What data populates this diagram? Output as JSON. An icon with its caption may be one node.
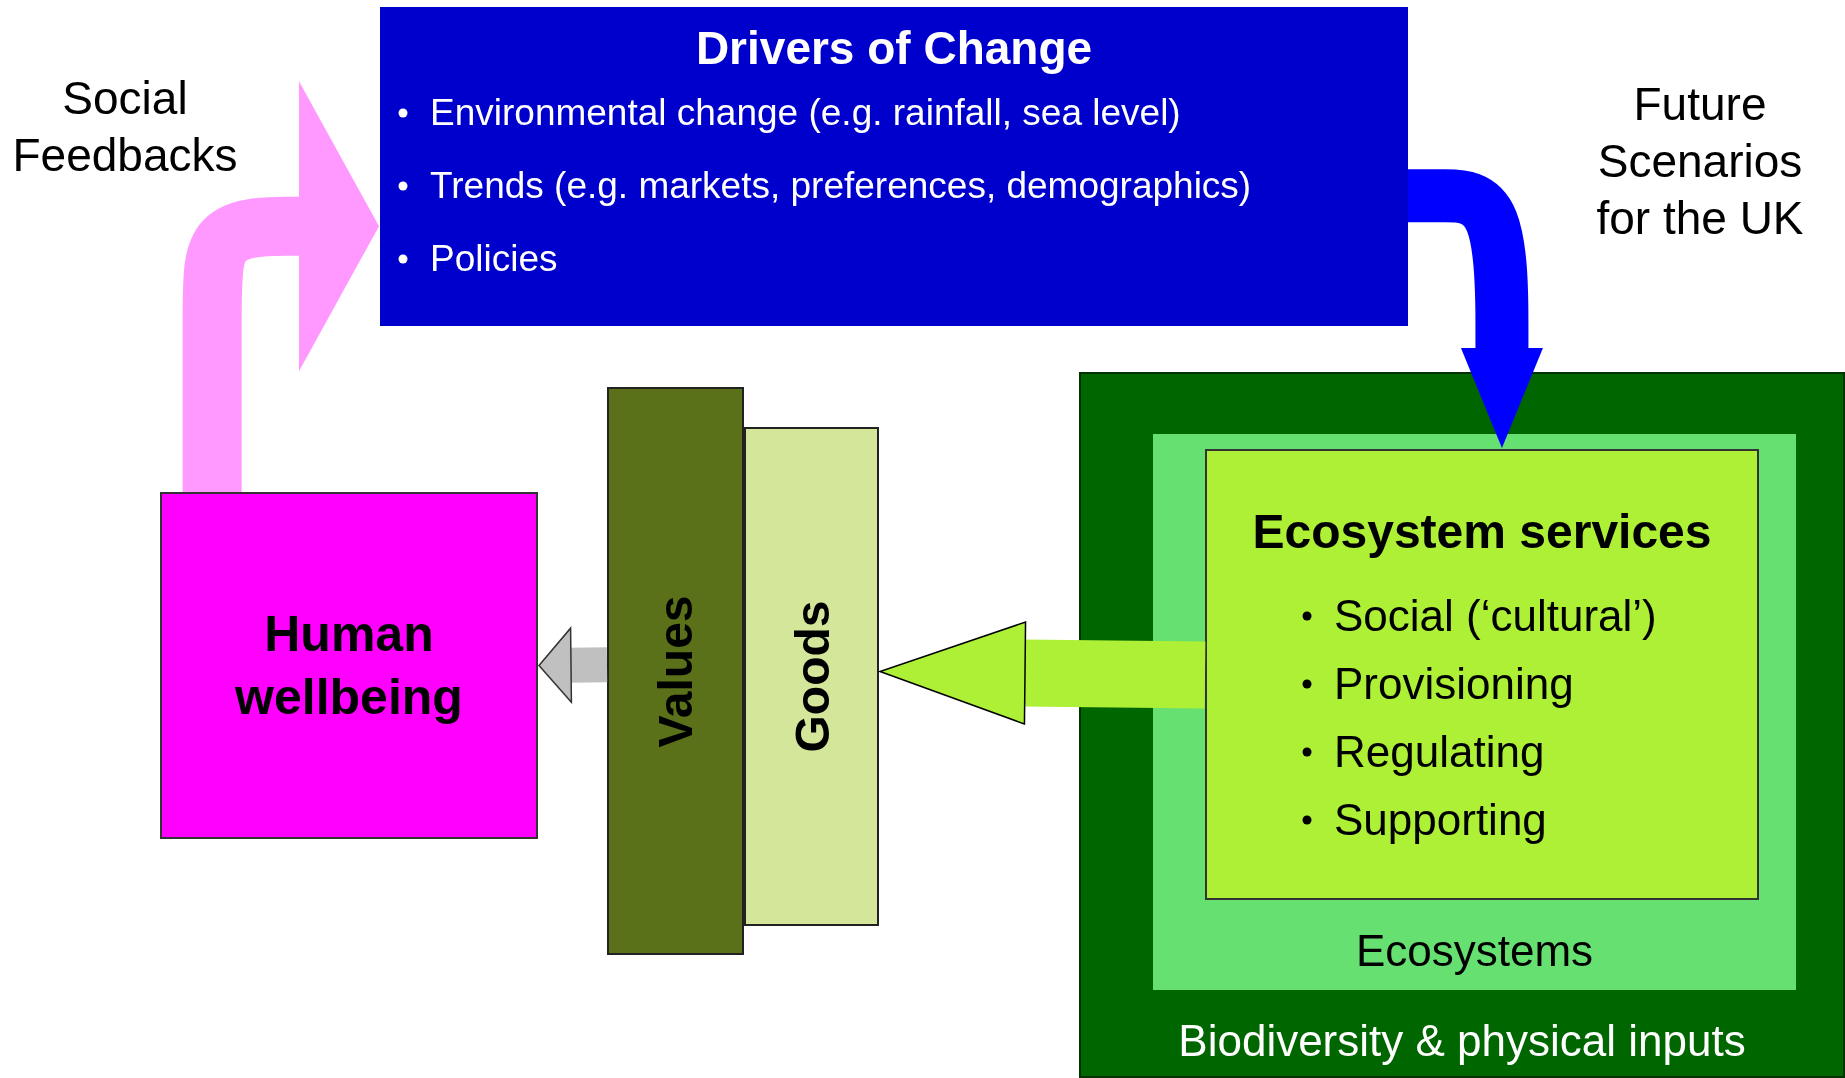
{
  "diagram": {
    "nodes": [
      {
        "text": [
          "Drivers of Change",
          "Environmental change (e.g. rainfall, sea level)",
          "Trends (e.g. markets, preferences, demographics)",
          "Policies"
        ]
      },
      {
        "text": [
          "Human wellbeing"
        ]
      },
      {
        "text": [
          "Values"
        ]
      },
      {
        "text": [
          "Goods"
        ]
      },
      {
        "text": [
          "Biodiversity & physical inputs"
        ]
      },
      {
        "text": [
          "Ecosystems"
        ],
        "in": 4
      },
      {
        "text": [
          "Ecosystem services",
          "Social (‘cultural’)",
          "Provisioning",
          "Regulating",
          "Supporting"
        ],
        "in": 5
      }
    ],
    "edges": [
      {
        "from": 1,
        "to": 0,
        "arrow": "to",
        "label": "Social Feedbacks",
        "color": "#ff99ff"
      },
      {
        "from": 0,
        "to": 6,
        "arrow": "to",
        "label": "Future Scenarios for the UK",
        "color": "#0000ff"
      },
      {
        "from": 6,
        "to": 3,
        "arrow": "to",
        "color": "#adf035"
      },
      {
        "from": 2,
        "to": 1,
        "arrow": "to",
        "color": "#c0c0c0"
      }
    ]
  }
}
